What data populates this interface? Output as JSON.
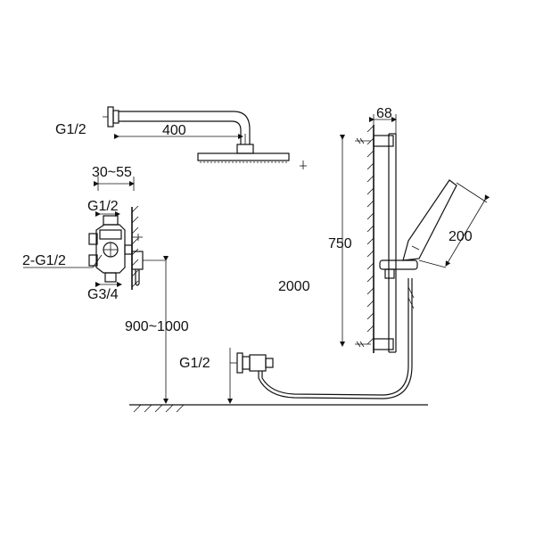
{
  "labels": {
    "arm_thread": "G1/2",
    "arm_length": "400",
    "bar_width": "68",
    "wall_depth": "30~55",
    "valve_inlet": "G1/2",
    "valve_outlets": "2-G1/2",
    "valve_bottom": "G3/4",
    "mixer_height": "900~1000",
    "outlet_thread": "G1/2",
    "bar_height": "750",
    "total_height": "2000",
    "hand_shower_length": "200"
  }
}
